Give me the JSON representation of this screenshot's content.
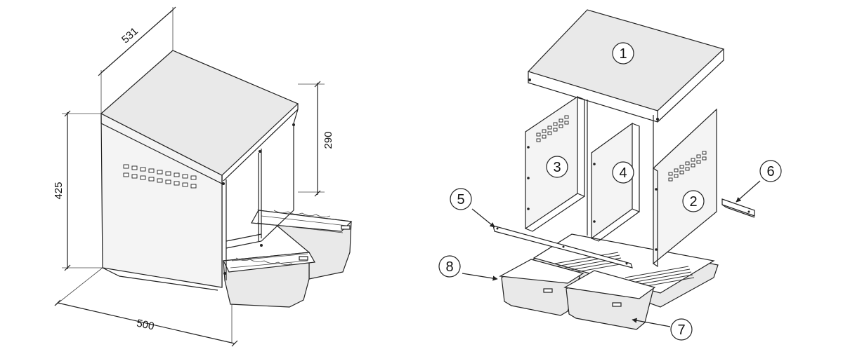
{
  "dimensions": {
    "width_label": "531",
    "height_label": "425",
    "opening_label": "290",
    "depth_label": "500"
  },
  "parts": [
    {
      "number": "1"
    },
    {
      "number": "2"
    },
    {
      "number": "3"
    },
    {
      "number": "4"
    },
    {
      "number": "5"
    },
    {
      "number": "6"
    },
    {
      "number": "7"
    },
    {
      "number": "8"
    }
  ]
}
